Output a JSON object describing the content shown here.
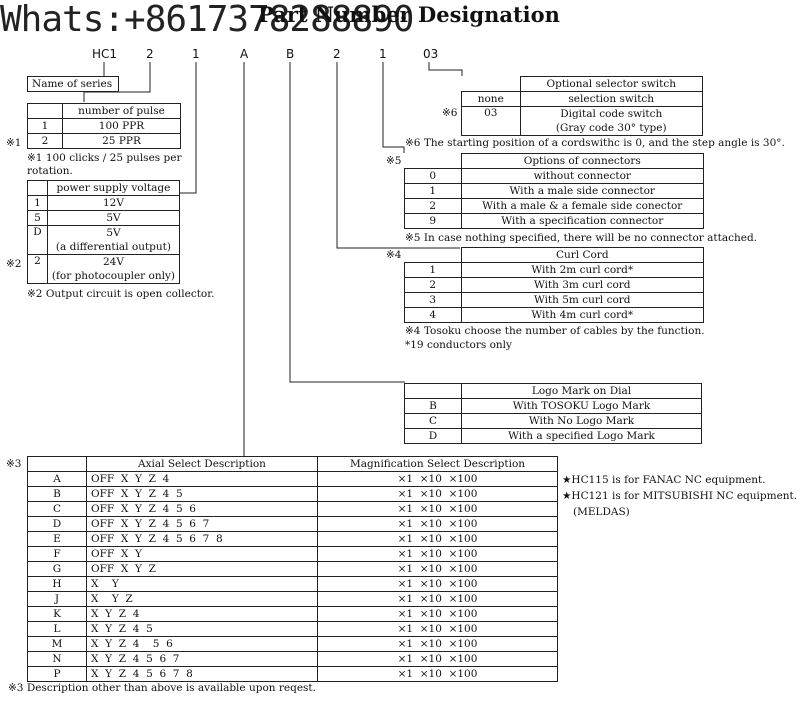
{
  "title": "Part Number Designation",
  "watermark": "Whats:+8617378288890",
  "segments": [
    "HC1",
    "2",
    "1",
    "A",
    "B",
    "2",
    "1",
    "03"
  ],
  "series_label": "Name of series",
  "pulse": {
    "mark": "※1",
    "header": "number of pulse",
    "rows": [
      [
        "1",
        "100 PPR"
      ],
      [
        "2",
        "25 PPR"
      ]
    ],
    "note1": "※1 100 clicks / 25 pulses per",
    "note2": "rotation."
  },
  "voltage": {
    "mark": "※2",
    "header": "power supply voltage",
    "rows": [
      [
        "1",
        "12V",
        ""
      ],
      [
        "5",
        "5V",
        ""
      ],
      [
        "D",
        "5V",
        "(a differential output)"
      ],
      [
        "2",
        "24V",
        "(for photocoupler only)"
      ]
    ],
    "note": "※2 Output circuit is open collector."
  },
  "selector": {
    "mark": "※6",
    "header": "Optional selector switch",
    "rows": [
      [
        "none",
        "selection switch",
        ""
      ],
      [
        "03",
        "Digital code switch",
        "(Gray code 30°  type)"
      ]
    ],
    "note": "※6 The starting position of a cordswithc is 0, and the step angle is 30°."
  },
  "connector": {
    "mark": "※5",
    "header": "Options of connectors",
    "rows": [
      [
        "0",
        "without connector"
      ],
      [
        "1",
        "With a male side connector"
      ],
      [
        "2",
        "With a male & a female side conector"
      ],
      [
        "9",
        "With a specification connector"
      ]
    ],
    "note": "※5 In case nothing specified, there will be no connector attached."
  },
  "curl": {
    "mark": "※4",
    "header": "Curl Cord",
    "rows": [
      [
        "1",
        "With 2m curl cord*"
      ],
      [
        "2",
        "With 3m curl cord"
      ],
      [
        "3",
        "With 5m curl cord"
      ],
      [
        "4",
        "With 4m curl cord*"
      ]
    ],
    "note1": "※4 Tosoku choose the number of cables by the function.",
    "note2": "*19 conductors only"
  },
  "logo": {
    "header": "Logo Mark on Dial",
    "rows": [
      [
        "B",
        "With TOSOKU Logo Mark"
      ],
      [
        "C",
        "With No Logo Mark"
      ],
      [
        "D",
        "With a specified Logo Mark"
      ]
    ]
  },
  "axial": {
    "mark": "※3",
    "header_axial": "Axial Select Description",
    "header_mag": "Magnification Select Description",
    "rows": [
      [
        "A",
        "OFF  X  Y  Z  4",
        "×1  ×10  ×100"
      ],
      [
        "B",
        "OFF  X  Y  Z  4  5",
        "×1  ×10  ×100"
      ],
      [
        "C",
        "OFF  X  Y  Z  4  5  6",
        "×1  ×10  ×100"
      ],
      [
        "D",
        "OFF  X  Y  Z  4  5  6  7",
        "×1  ×10  ×100"
      ],
      [
        "E",
        "OFF  X  Y  Z  4  5  6  7  8",
        "×1  ×10  ×100"
      ],
      [
        "F",
        "OFF  X  Y",
        "×1  ×10  ×100"
      ],
      [
        "G",
        "OFF  X  Y  Z",
        "×1  ×10  ×100"
      ],
      [
        "H",
        "X    Y",
        "×1  ×10  ×100"
      ],
      [
        "J",
        "X    Y  Z",
        "×1  ×10  ×100"
      ],
      [
        "K",
        "X  Y  Z  4",
        "×1  ×10  ×100"
      ],
      [
        "L",
        "X  Y  Z  4  5",
        "×1  ×10  ×100"
      ],
      [
        "M",
        "X  Y  Z  4    5  6",
        "×1  ×10  ×100"
      ],
      [
        "N",
        "X  Y  Z  4  5  6  7",
        "×1  ×10  ×100"
      ],
      [
        "P",
        "X  Y  Z  4  5  6  7  8",
        "×1  ×10  ×100"
      ]
    ],
    "note": "※3 Description other than above is available upon reqest."
  },
  "side_notes": {
    "line1": "★HC115 is for FANAC NC equipment.",
    "line2": "★HC121 is for MITSUBISHI NC equipment.",
    "line3": "(MELDAS)"
  }
}
